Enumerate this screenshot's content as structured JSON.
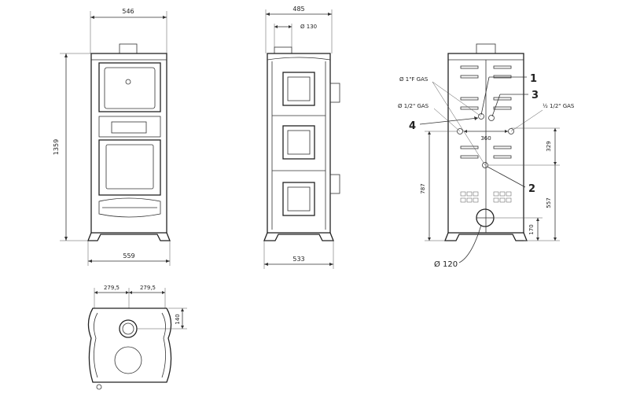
{
  "front_view": {
    "width_top": "546",
    "height": "1359",
    "width_base": "559"
  },
  "side_view": {
    "depth_top": "485",
    "flue_diameter": "Ø 130",
    "depth_base": "533"
  },
  "rear_view": {
    "callouts": [
      "1",
      "2",
      "3",
      "4"
    ],
    "gas_label_1f": "Ø 1\"F GAS",
    "gas_label_half_left": "Ø 1/2\" GAS",
    "gas_label_half_right": "½ 1/2\" GAS",
    "span_360": "360",
    "height_329": "329",
    "height_787": "787",
    "height_557": "557",
    "height_170": "170",
    "outlet_diameter": "Ø 120"
  },
  "top_view": {
    "half_left": "279,5",
    "half_right": "279,5",
    "offset_140": "140"
  }
}
